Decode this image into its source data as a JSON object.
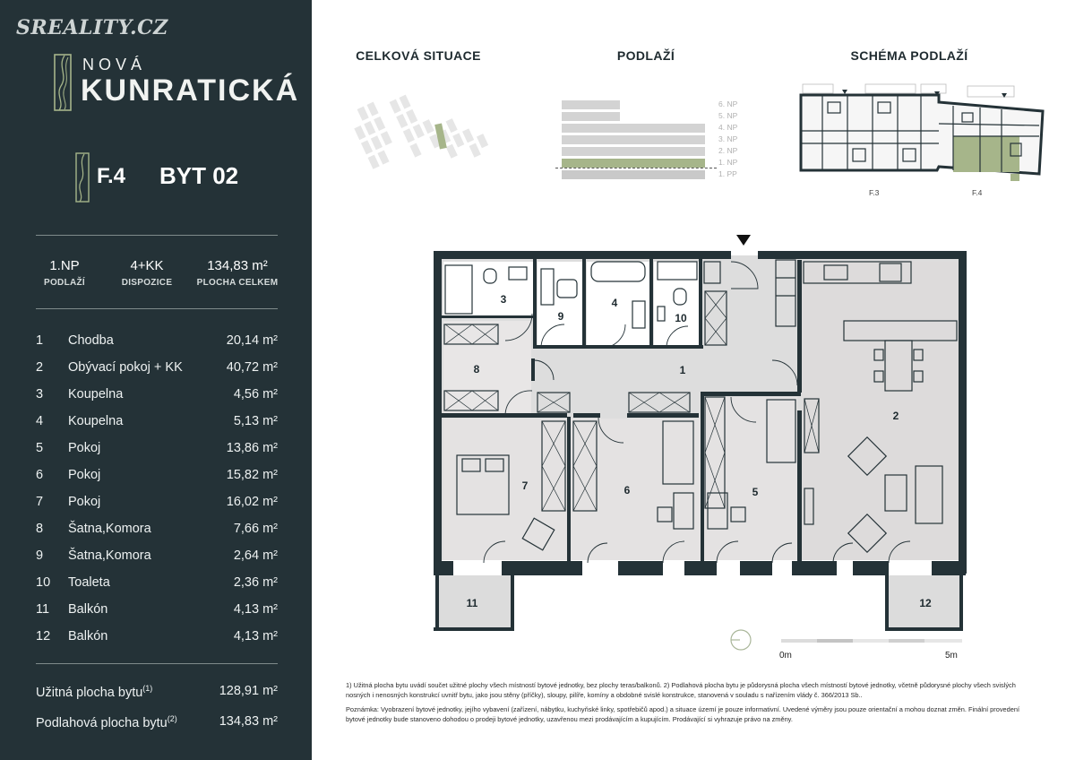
{
  "brand": {
    "portal": "SREALITY.CZ",
    "project_line1": "NOVÁ",
    "project_line2": "KUNRATICKÁ",
    "accent_color": "#a6b58a",
    "panel_color": "#243237"
  },
  "unit": {
    "building": "F.4",
    "title": "BYT 02"
  },
  "summary": [
    {
      "value": "1.NP",
      "label": "PODLAŽÍ"
    },
    {
      "value": "4+KK",
      "label": "DISPOZICE"
    },
    {
      "value": "134,83 m²",
      "label": "PLOCHA CELKEM"
    }
  ],
  "rooms": [
    {
      "num": "1",
      "name": "Chodba",
      "area": "20,14 m²"
    },
    {
      "num": "2",
      "name": "Obývací pokoj + KK",
      "area": "40,72 m²"
    },
    {
      "num": "3",
      "name": "Koupelna",
      "area": "4,56 m²"
    },
    {
      "num": "4",
      "name": "Koupelna",
      "area": "5,13 m²"
    },
    {
      "num": "5",
      "name": "Pokoj",
      "area": "13,86 m²"
    },
    {
      "num": "6",
      "name": "Pokoj",
      "area": "15,82 m²"
    },
    {
      "num": "7",
      "name": "Pokoj",
      "area": "16,02 m²"
    },
    {
      "num": "8",
      "name": "Šatna,Komora",
      "area": "7,66 m²"
    },
    {
      "num": "9",
      "name": "Šatna,Komora",
      "area": "2,64 m²"
    },
    {
      "num": "10",
      "name": "Toaleta",
      "area": "2,36 m²"
    },
    {
      "num": "11",
      "name": "Balkón",
      "area": "4,13 m²"
    },
    {
      "num": "12",
      "name": "Balkón",
      "area": "4,13 m²"
    }
  ],
  "totals": {
    "usable_label": "Užitná plocha bytu",
    "usable_sup": "(1)",
    "usable_value": "128,91 m²",
    "floor_label": "Podlahová plocha bytu",
    "floor_sup": "(2)",
    "floor_value": "134,83 m²"
  },
  "sections": {
    "situation": "CELKOVÁ SITUACE",
    "floors": "PODLAŽÍ",
    "schema": "SCHÉMA PODLAŽÍ"
  },
  "floors": [
    {
      "label": "6. NP",
      "active": false
    },
    {
      "label": "5. NP",
      "active": false
    },
    {
      "label": "4. NP",
      "active": false
    },
    {
      "label": "3. NP",
      "active": false
    },
    {
      "label": "2. NP",
      "active": false
    },
    {
      "label": "1. NP",
      "active": true
    },
    {
      "label": "1. PP",
      "active": false
    }
  ],
  "schema_labels": {
    "left": "F.3",
    "right": "F.4"
  },
  "plan_labels": [
    "1",
    "2",
    "3",
    "4",
    "5",
    "6",
    "7",
    "8",
    "9",
    "10",
    "11",
    "12"
  ],
  "scale": {
    "start": "0m",
    "end": "5m"
  },
  "footnotes": {
    "p1": "1) Užitná plocha bytu uvádí součet užitné plochy všech místností bytové jednotky, bez plochy teras/balkonů. 2) Podlahová plocha bytu je půdorysná plocha všech místností bytové jednotky, včetně půdorysné plochy všech svislých nosných i nenosných konstrukcí uvnitř bytu, jako jsou stěny (příčky), sloupy, pilíře, komíny a obdobné svislé konstrukce, stanovená v souladu s nařízením vlády č. 366/2013 Sb..",
    "p2": "Poznámka: Vyobrazení bytové jednotky, jejího vybavení (zařízení, nábytku, kuchyňské linky, spotřebičů apod.) a situace území je pouze informativní. Uvedené výměry jsou pouze orientační a mohou doznat změn. Finální provedení bytové jednotky bude stanoveno dohodou o prodeji bytové jednotky, uzavřenou mezi prodávajícím a kupujícím. Prodávající si vyhrazuje právo na změny."
  }
}
